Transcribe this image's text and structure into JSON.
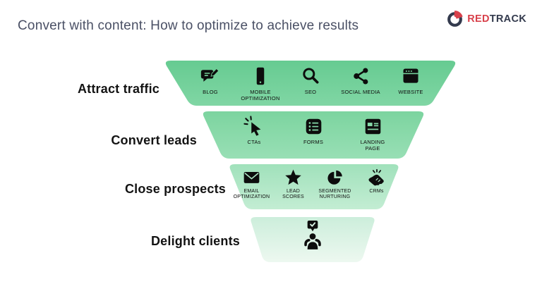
{
  "header": {
    "title": "Convert with content: How to optimize to achieve results",
    "logo": {
      "red": "RED",
      "track": "TRACK"
    }
  },
  "colors": {
    "title_text": "#4a5065",
    "row_label_text": "#131313",
    "logo_red": "#d8414b",
    "logo_navy": "#333a4d",
    "icon_glyph": "#0d0d0d",
    "row1_gradient": [
      "#66cb91",
      "#80d6a4"
    ],
    "row2_gradient": [
      "#7cd49f",
      "#98dfb5"
    ],
    "row3_gradient": [
      "#a0e1bb",
      "#c3edd3"
    ],
    "row4_gradient": [
      "#cceedb",
      "#edf8f0"
    ]
  },
  "funnel": {
    "rows": [
      {
        "label": "Attract traffic",
        "items": [
          {
            "icon": "blog-icon",
            "label": "BLOG"
          },
          {
            "icon": "mobile-optimization-icon",
            "label": "MOBILE OPTIMIZATION"
          },
          {
            "icon": "seo-icon",
            "label": "SEO"
          },
          {
            "icon": "social-media-icon",
            "label": "SOCIAL MEDIA"
          },
          {
            "icon": "website-icon",
            "label": "WEBSITE"
          }
        ]
      },
      {
        "label": "Convert leads",
        "items": [
          {
            "icon": "ctas-icon",
            "label": "CTAs"
          },
          {
            "icon": "forms-icon",
            "label": "FORMS"
          },
          {
            "icon": "landing-page-icon",
            "label": "LANDING PAGE"
          }
        ]
      },
      {
        "label": "Close prospects",
        "items": [
          {
            "icon": "email-optimization-icon",
            "label": "EMAIL OPTIMIZATION"
          },
          {
            "icon": "lead-scores-icon",
            "label": "LEAD SCORES"
          },
          {
            "icon": "segmented-nurturing-icon",
            "label": "SEGMENTED NURTURING"
          },
          {
            "icon": "crms-icon",
            "label": "CRMs"
          }
        ]
      },
      {
        "label": "Delight clients",
        "items": [
          {
            "icon": "delight-client-icon",
            "label": ""
          }
        ]
      }
    ]
  }
}
